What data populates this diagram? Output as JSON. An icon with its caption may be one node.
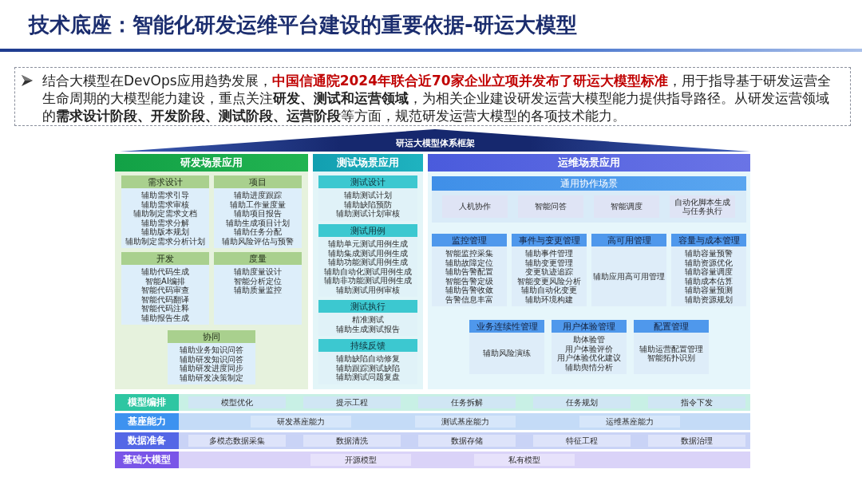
{
  "diagram": {
    "title": "技术底座：智能化研发运维平台建设的重要依据-研运大模型",
    "nodes": [
      {
        "text": [
          "结合大模型在DevOps应用趋势发展，**中国信通院2024年联合近70家企业立项并发布了研运大模型标准**，用于指导基于研发运营全生命周期的大模型能力建设，重点关注**研发、测试和运营领域**，为相关企业建设研发运营大模型能力提供指导路径。从研发运营领域的**需求设计阶段、开发阶段、测试阶段、运营阶段**等方面，规范研发运营大模型的各项技术能力。"
        ]
      },
      {
        "text": [
          "研运大模型体系框架"
        ]
      },
      {
        "text": [
          "研发场景应用"
        ]
      },
      {
        "text": [
          "需求设计",
          "辅助需求引导",
          "辅助需求审核",
          "辅助制定需求文档",
          "辅助需求分解",
          "辅助版本规划",
          "辅助制定需求分析计划"
        ],
        "in": 2
      },
      {
        "text": [
          "项目",
          "辅助进度跟踪",
          "辅助工作量度量",
          "辅助项目报告",
          "辅助生成项目计划",
          "辅助任务分配",
          "辅助风险评估与预警"
        ],
        "in": 2
      },
      {
        "text": [
          "开发",
          "辅助代码生成",
          "智能AI编排",
          "智能代码审查",
          "智能代码翻译",
          "智能代码注释",
          "辅助报告生成"
        ],
        "in": 2
      },
      {
        "text": [
          "度量",
          "辅助度量设计",
          "智能分析定位",
          "辅助质量监控"
        ],
        "in": 2
      },
      {
        "text": [
          "协同",
          "辅助业务知识问答",
          "辅助研发知识问答",
          "辅助研发进度同步",
          "辅助研发决策制定"
        ],
        "in": 2
      },
      {
        "text": [
          "测试场景应用"
        ]
      },
      {
        "text": [
          "测试设计",
          "辅助测试计划",
          "辅助缺陷预防",
          "辅助测试计划审核"
        ],
        "in": 8
      },
      {
        "text": [
          "测试用例",
          "辅助单元测试用例生成",
          "辅助集成测试用例生成",
          "辅助功能测试用例生成",
          "辅助自动化测试用例生成",
          "辅助非功能测试用例生成",
          "辅助测试用例审核"
        ],
        "in": 8
      },
      {
        "text": [
          "测试执行",
          "精准测试",
          "辅助生成测试报告"
        ],
        "in": 8
      },
      {
        "text": [
          "持续反馈",
          "辅助缺陷自动修复",
          "辅助跟踪测试缺陷",
          "辅助测试问题复盘"
        ],
        "in": 8
      },
      {
        "text": [
          "运维场景应用"
        ]
      },
      {
        "text": [
          "通用协作场景"
        ],
        "in": 13
      },
      {
        "text": [
          "人机协作"
        ],
        "in": 14
      },
      {
        "text": [
          "智能问答"
        ],
        "in": 14
      },
      {
        "text": [
          "智能调度"
        ],
        "in": 14
      },
      {
        "text": [
          "自动化脚本生成与任务执行"
        ],
        "in": 14
      },
      {
        "text": [
          "监控管理",
          "智能监控采集",
          "辅助故障定位",
          "辅助告警配置",
          "智能告警定级",
          "辅助告警收敛",
          "告警信息丰富"
        ],
        "in": 13
      },
      {
        "text": [
          "事件与变更管理",
          "辅助事件管理",
          "辅助变更管理",
          "变更轨迹追踪",
          "智能变更风险分析",
          "辅助自动化变更",
          "辅助环境构建"
        ],
        "in": 13
      },
      {
        "text": [
          "高可用管理",
          "辅助应用高可用管理"
        ],
        "in": 13
      },
      {
        "text": [
          "容量与成本管理",
          "辅助容量预警",
          "辅助资源优化",
          "辅助容量调度",
          "辅助成本估算",
          "辅助容量预测",
          "辅助资源规划"
        ],
        "in": 13
      },
      {
        "text": [
          "业务连续性管理",
          "辅助风险演练"
        ],
        "in": 13
      },
      {
        "text": [
          "用户体验管理",
          "助体验管",
          "用户体验评价",
          "用户体验优化建议",
          "辅助舆情分析"
        ],
        "in": 13
      },
      {
        "text": [
          "配置管理",
          "辅助运营配置管理",
          "智能拓扑识别"
        ],
        "in": 13
      },
      {
        "text": [
          "模型编排"
        ]
      },
      {
        "text": [
          "模型优化"
        ],
        "in": 26
      },
      {
        "text": [
          "提示工程"
        ],
        "in": 26
      },
      {
        "text": [
          "任务拆解"
        ],
        "in": 26
      },
      {
        "text": [
          "任务规划"
        ],
        "in": 26
      },
      {
        "text": [
          "指令下发"
        ],
        "in": 26
      },
      {
        "text": [
          "基座能力"
        ]
      },
      {
        "text": [
          "研发基座能力"
        ],
        "in": 32
      },
      {
        "text": [
          "测试基座能力"
        ],
        "in": 32
      },
      {
        "text": [
          "运维基座能力"
        ],
        "in": 32
      },
      {
        "text": [
          "数据准备"
        ]
      },
      {
        "text": [
          "多模态数据采集"
        ],
        "in": 36
      },
      {
        "text": [
          "数据清洗"
        ],
        "in": 36
      },
      {
        "text": [
          "数据存储"
        ],
        "in": 36
      },
      {
        "text": [
          "特征工程"
        ],
        "in": 36
      },
      {
        "text": [
          "数据治理"
        ],
        "in": 36
      },
      {
        "text": [
          "基础大模型"
        ]
      },
      {
        "text": [
          "开源模型"
        ],
        "in": 42
      },
      {
        "text": [
          "私有模型"
        ],
        "in": 42
      }
    ]
  }
}
